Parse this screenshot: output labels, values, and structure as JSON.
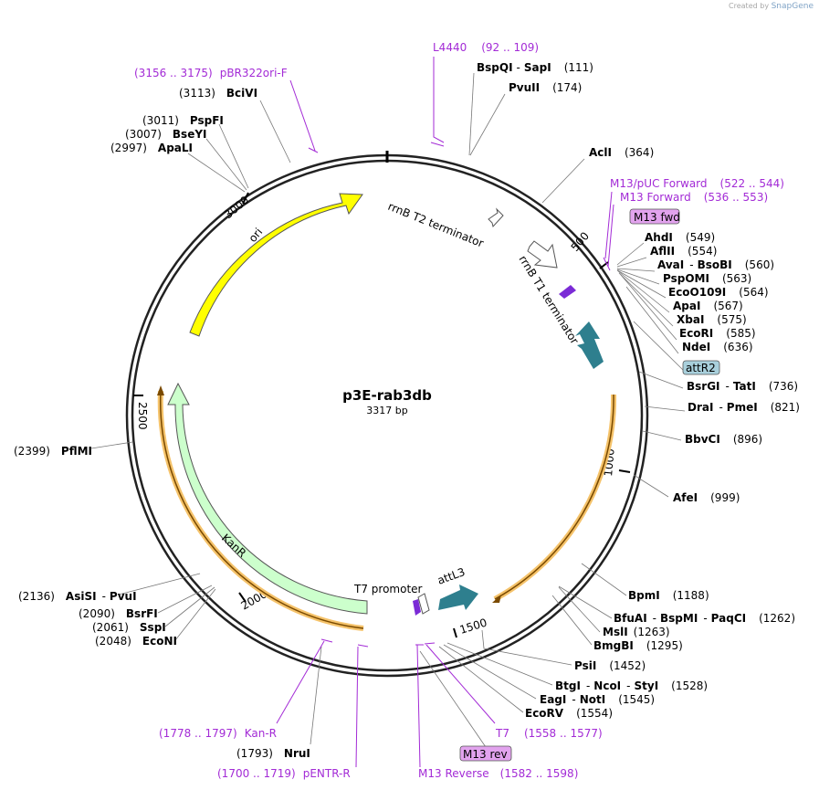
{
  "watermark": {
    "prefix": "Created by",
    "brand": "SnapGene"
  },
  "plasmid": {
    "name": "p3E-rab3db",
    "length_label": "3317 bp"
  },
  "ticks": [
    "500",
    "1000",
    "1500",
    "2000",
    "2500",
    "3000"
  ],
  "features": {
    "ori": "ori",
    "kanr": "KanR",
    "attl3": "attL3",
    "t7_promoter": "T7 promoter",
    "rrnb_t2": "rrnB T2 terminator",
    "rrnb_t1": "rrnB T1 terminator"
  },
  "boxes": {
    "m13fwd": "M13 fwd",
    "attr2": "attR2",
    "m13rev": "M13 rev"
  },
  "primers": {
    "l4440": {
      "name": "L4440",
      "range": "(92 .. 109)"
    },
    "pbr322": {
      "name": "pBR322ori-F",
      "range": "(3156 .. 3175)"
    },
    "m13puc": {
      "name": "M13/pUC Forward",
      "range": "(522 .. 544)"
    },
    "m13f": {
      "name": "M13 Forward",
      "range": "(536 .. 553)"
    },
    "kanr": {
      "name": "Kan-R",
      "range": "(1778 .. 1797)"
    },
    "t7": {
      "name": "T7",
      "range": "(1558 .. 1577)"
    },
    "pentr": {
      "name": "pENTR-R",
      "range": "(1700 .. 1719)"
    },
    "m13rev": {
      "name": "M13 Reverse",
      "range": "(1582 .. 1598)"
    }
  },
  "sites": {
    "bspqi": "BspQI",
    "sapi": "SapI",
    "bspqi_pos": "(111)",
    "pvuii": "PvuII",
    "pvuii_pos": "(174)",
    "acli": "AclI",
    "acli_pos": "(364)",
    "ahdi": "AhdI",
    "ahdi_pos": "(549)",
    "aflii": "AflII",
    "aflii_pos": "(554)",
    "avai": "AvaI",
    "bsobi": "BsoBI",
    "avai_pos": "(560)",
    "psp": "PspOMI",
    "psp_pos": "(563)",
    "eco109": "EcoO109I",
    "eco109_pos": "(564)",
    "apai": "ApaI",
    "apai_pos": "(567)",
    "xbai": "XbaI",
    "xbai_pos": "(575)",
    "ecori": "EcoRI",
    "ecori_pos": "(585)",
    "ndei": "NdeI",
    "ndei_pos": "(636)",
    "bsrgi": "BsrGI",
    "tati": "TatI",
    "bsrgi_pos": "(736)",
    "drai": "DraI",
    "pmei": "PmeI",
    "drai_pos": "(821)",
    "bbvci": "BbvCI",
    "bbvci_pos": "(896)",
    "afei": "AfeI",
    "afei_pos": "(999)",
    "bpmi": "BpmI",
    "bpmi_pos": "(1188)",
    "bfuai": "BfuAI",
    "bspmi": "BspMI",
    "paqci": "PaqCI",
    "bfuai_pos": "(1262)",
    "msli": "MslI",
    "msli_pos": "(1263)",
    "bmgbi": "BmgBI",
    "bmgbi_pos": "(1295)",
    "psii": "PsiI",
    "psii_pos": "(1452)",
    "btgi": "BtgI",
    "ncoi": "NcoI",
    "styi": "StyI",
    "btgi_pos": "(1528)",
    "eagi": "EagI",
    "noti": "NotI",
    "eagi_pos": "(1545)",
    "ecorv": "EcoRV",
    "ecorv_pos": "(1554)",
    "nrui": "NruI",
    "nrui_pos": "(1793)",
    "asisi": "AsiSI",
    "pvui": "PvuI",
    "asisi_pos": "(2136)",
    "bsrfi": "BsrFI",
    "bsrfi_pos": "(2090)",
    "sspi": "SspI",
    "sspi_pos": "(2061)",
    "econi": "EcoNI",
    "econi_pos": "(2048)",
    "pflmi": "PflMI",
    "pflmi_pos": "(2399)",
    "bcivi": "BciVI",
    "bcivi_pos": "(3113)",
    "pspfi": "PspFI",
    "pspfi_pos": "(3011)",
    "bseyi": "BseYI",
    "bseyi_pos": "(3007)",
    "apali": "ApaLI",
    "apali_pos": "(2997)"
  },
  "colors": {
    "ori": "#ffff00",
    "kanr": "#ccffcc",
    "orange": "#f5a623",
    "teal": "#2e7f8e",
    "primer": "#a32bd6",
    "m13box": "#e2a3ee",
    "attr2": "#a9d0dc"
  }
}
